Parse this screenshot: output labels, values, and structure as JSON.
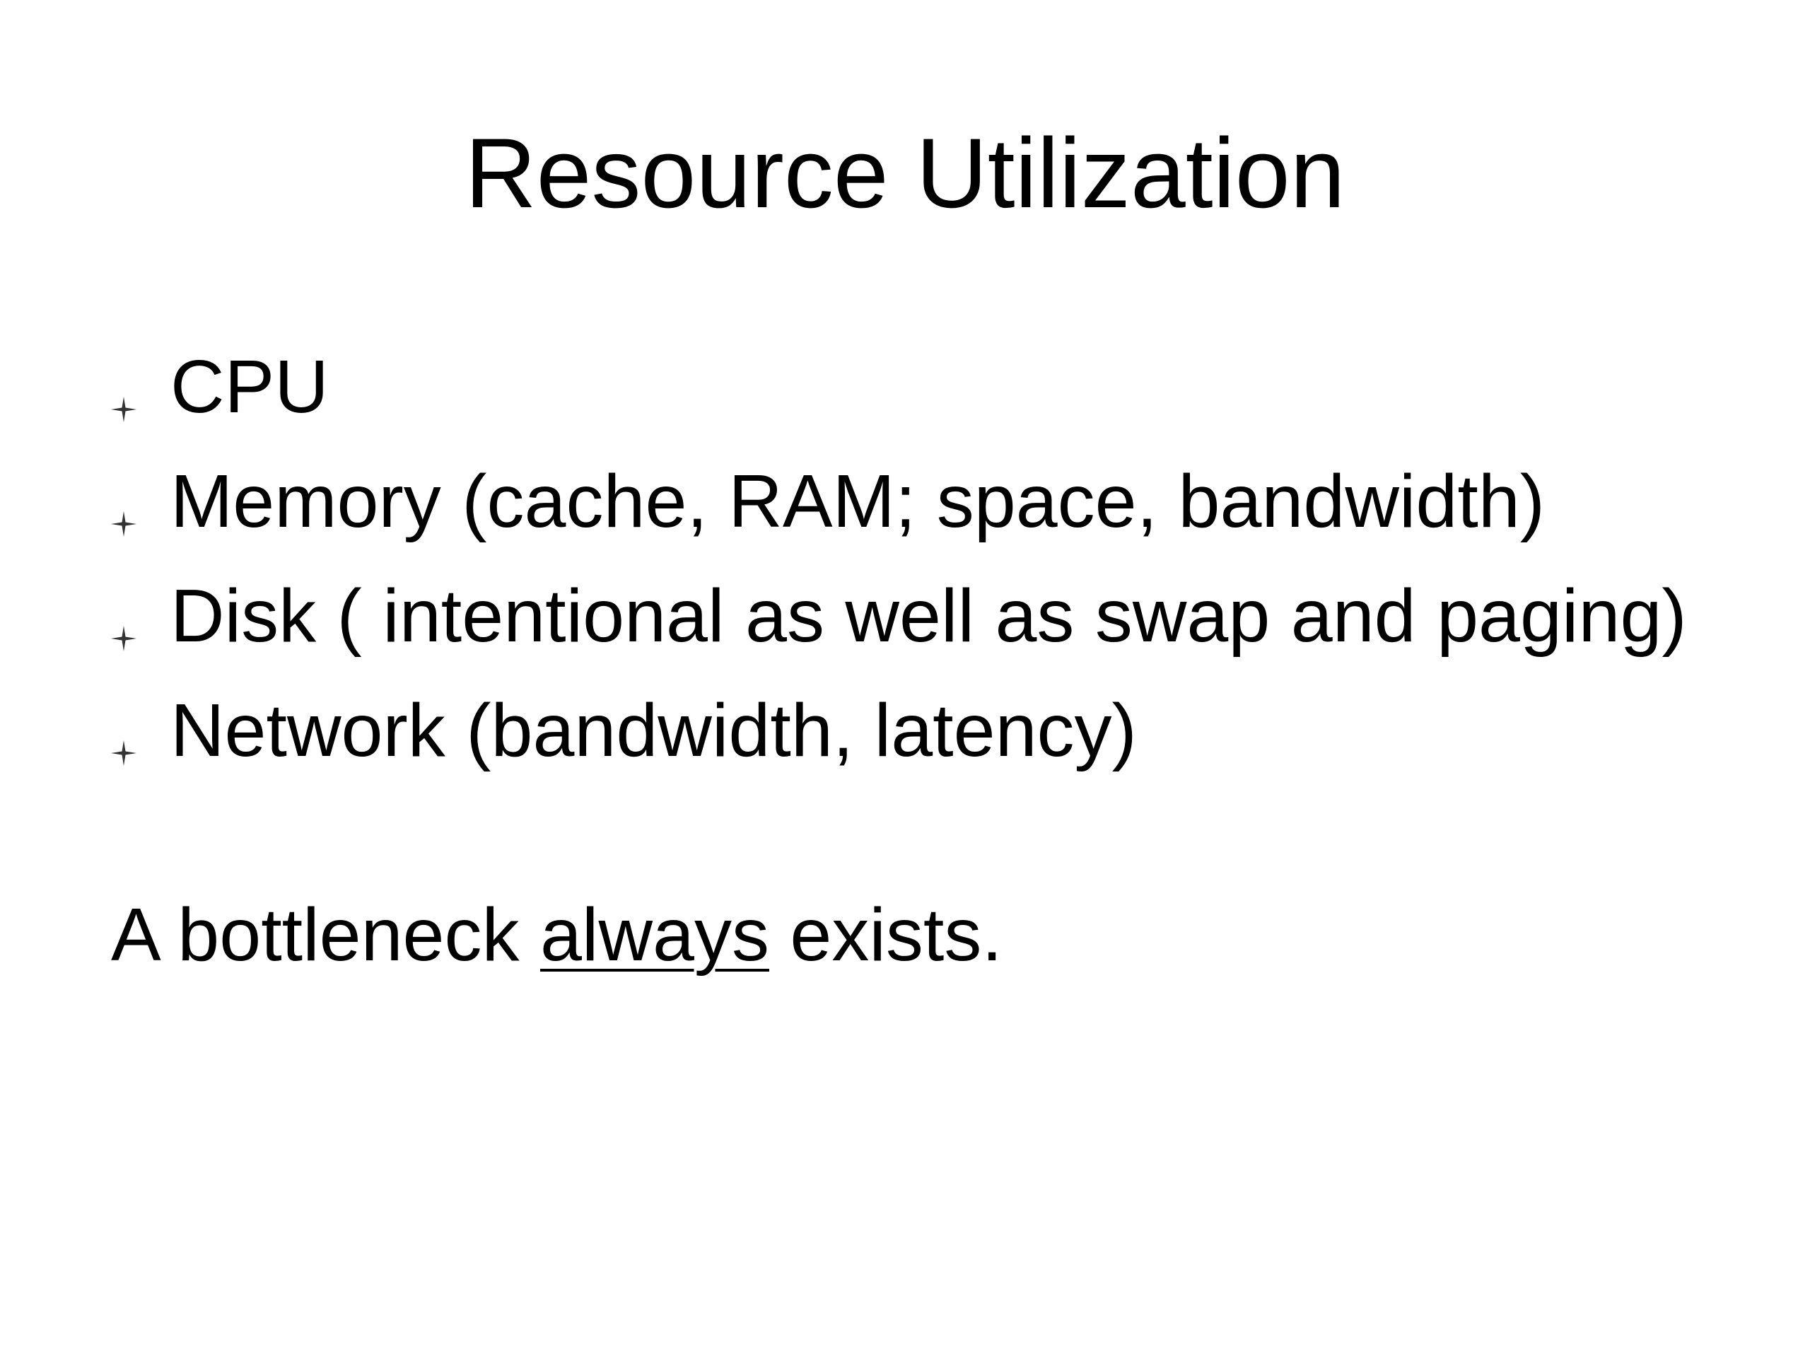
{
  "slide": {
    "title": "Resource Utilization",
    "bullets": [
      {
        "text": "CPU",
        "icon": "four-point-star-icon"
      },
      {
        "text": "Memory (cache, RAM; space, bandwidth)",
        "icon": "four-point-star-icon"
      },
      {
        "text": "Disk ( intentional as well as swap and paging)",
        "icon": "four-point-star-icon"
      },
      {
        "text": "Network (bandwidth, latency)",
        "icon": "four-point-star-icon"
      }
    ],
    "statement": {
      "before": "A bottleneck ",
      "emphasis": "always",
      "after": " exists."
    }
  },
  "colors": {
    "background": "#ffffff",
    "text": "#000000",
    "bullet": "#333333"
  }
}
